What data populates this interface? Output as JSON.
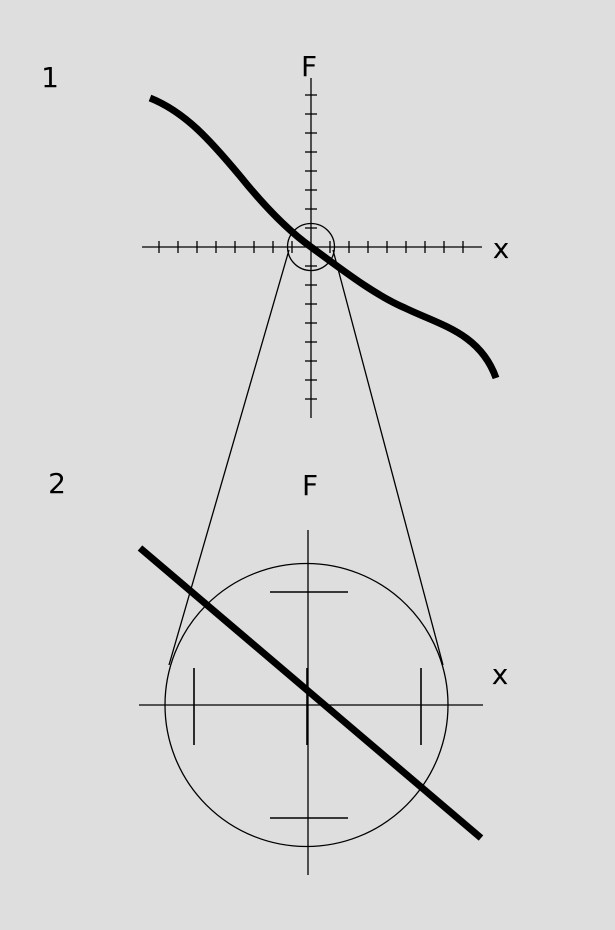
{
  "panel_1": {
    "number_label": "1",
    "y_axis_label": "F",
    "x_axis_label": "x"
  },
  "panel_2": {
    "number_label": "2",
    "y_axis_label": "F",
    "x_axis_label": "x"
  },
  "colors": {
    "background": "#dedede",
    "ink": "#000000"
  }
}
